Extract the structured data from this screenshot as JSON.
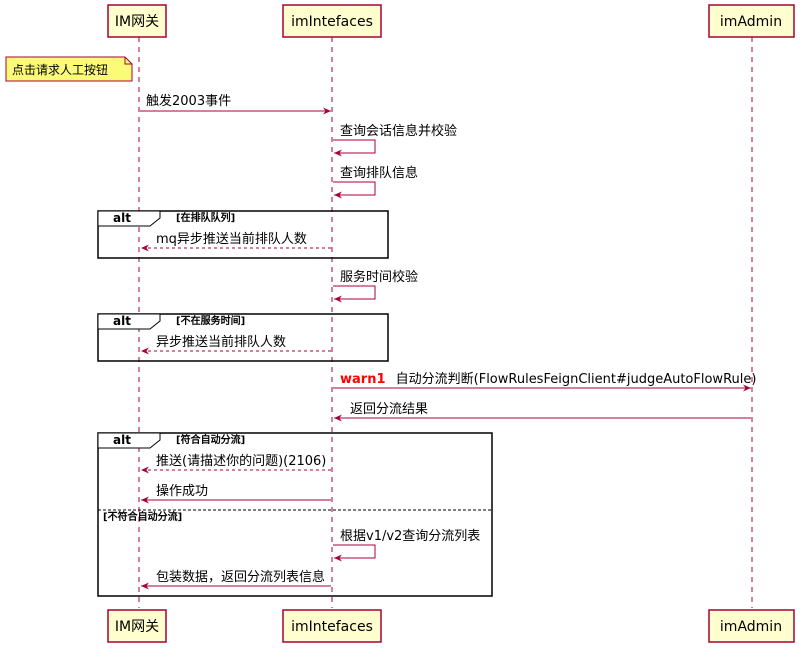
{
  "participants": [
    {
      "id": "gw",
      "label": "IM网关"
    },
    {
      "id": "intf",
      "label": "imIntefaces"
    },
    {
      "id": "adm",
      "label": "imAdmin"
    }
  ],
  "note": "点击请求人工按钮",
  "messages": {
    "m1": "触发2003事件",
    "m2": "查询会话信息并校验",
    "m3": "查询排队信息",
    "m4": "mq异步推送当前排队人数",
    "m5": "服务时间校验",
    "m6": "异步推送当前排队人数",
    "m7_warn": "warn1",
    "m7": "自动分流判断(FlowRulesFeignClient#judgeAutoFlowRule)",
    "m8": "返回分流结果",
    "m9": "推送(请描述你的问题)(2106)",
    "m10": "操作成功",
    "m11": "根据v1/v2查询分流列表",
    "m12": "包装数据，返回分流列表信息"
  },
  "fragments": {
    "f1": {
      "kind": "alt",
      "condition": "[在排队队列]"
    },
    "f2": {
      "kind": "alt",
      "condition": "[不在服务时间]"
    },
    "f3": {
      "kind": "alt",
      "condition": "[符合自动分流]",
      "else_condition": "[不符合自动分流]"
    }
  },
  "colors": {
    "participant_fill": "#FEFECE",
    "participant_border": "#A80036",
    "arrow": "#A80036",
    "lifeline": "#A80036",
    "note_fill": "#FBFB77",
    "warn_text": "#FF0000",
    "fragment_border": "#000000"
  }
}
